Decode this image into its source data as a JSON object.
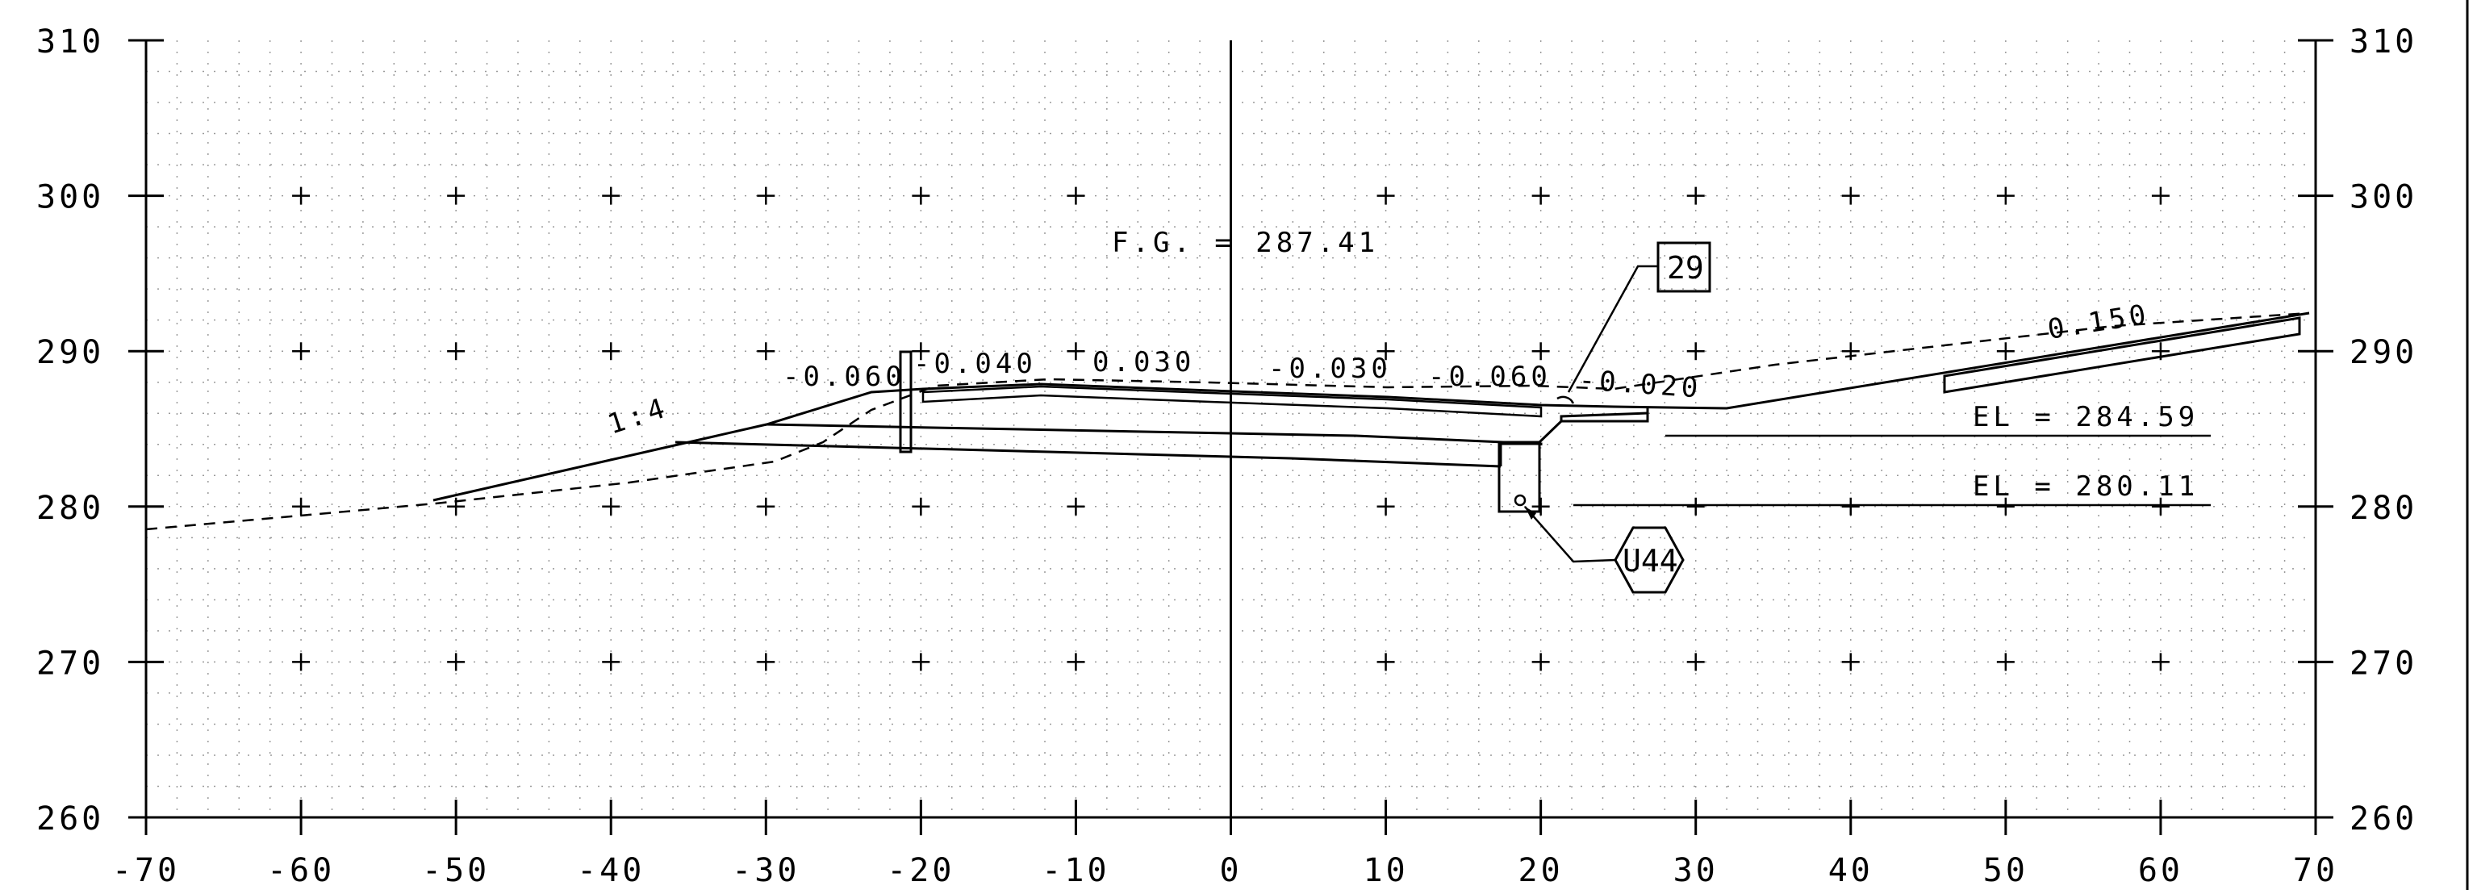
{
  "axes": {
    "x_ticks": [
      "-70",
      "-60",
      "-50",
      "-40",
      "-30",
      "-20",
      "-10",
      "0",
      "10",
      "20",
      "30",
      "40",
      "50",
      "60",
      "70"
    ],
    "y_ticks": [
      "260",
      "270",
      "280",
      "290",
      "300",
      "310"
    ],
    "x_range": [
      -70,
      70
    ],
    "y_range": [
      260,
      310
    ],
    "grid": true
  },
  "labels": {
    "fg": "F.G. = 287.41",
    "el_upper": "EL = 284.59",
    "el_lower": "EL = 280.11",
    "slope_ratio": "1:4",
    "slope_m060_left": "-0.060",
    "slope_m040": "-0.040",
    "slope_030": "0.030",
    "slope_m030": "-0.030",
    "slope_m060_right": "-0.060",
    "slope_m020": "-0.020",
    "slope_150": "0.150"
  },
  "callouts": {
    "box_tag": "29",
    "hex_tag": "U44"
  }
}
